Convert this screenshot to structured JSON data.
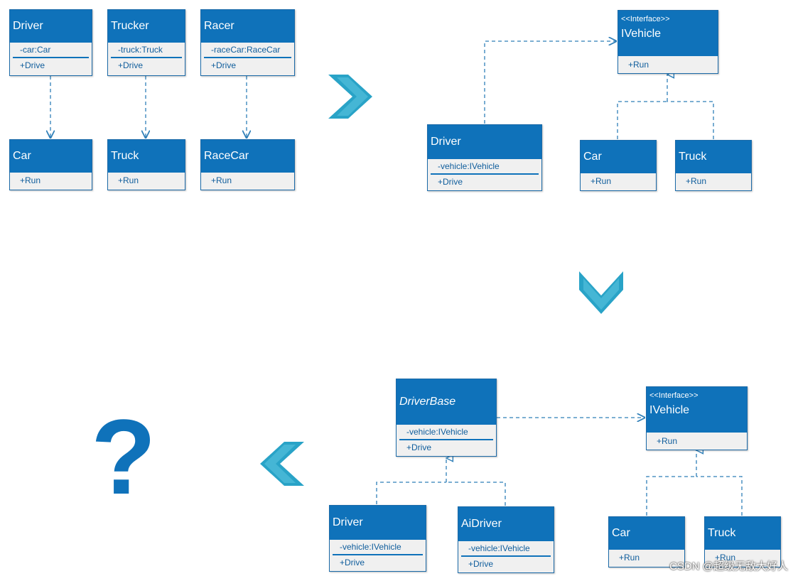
{
  "diagram1": {
    "driver": {
      "name": "Driver",
      "attr": "-car:Car",
      "op": "+Drive"
    },
    "trucker": {
      "name": "Trucker",
      "attr": "-truck:Truck",
      "op": "+Drive"
    },
    "racer": {
      "name": "Racer",
      "attr": "-raceCar:RaceCar",
      "op": "+Drive"
    },
    "car": {
      "name": "Car",
      "op": "+Run"
    },
    "truck": {
      "name": "Truck",
      "op": "+Run"
    },
    "racecar": {
      "name": "RaceCar",
      "op": "+Run"
    }
  },
  "diagram2": {
    "ivehicle": {
      "stereotype": "<<Interface>>",
      "name": "IVehicle",
      "op": "+Run"
    },
    "driver": {
      "name": "Driver",
      "attr": "-vehicle:IVehicle",
      "op": "+Drive"
    },
    "car": {
      "name": "Car",
      "op": "+Run"
    },
    "truck": {
      "name": "Truck",
      "op": "+Run"
    }
  },
  "diagram3": {
    "driverbase": {
      "name": "DriverBase",
      "attr": "-vehicle:IVehicle",
      "op": "+Drive"
    },
    "ivehicle": {
      "stereotype": "<<Interface>>",
      "name": "IVehicle",
      "op": "+Run"
    },
    "driver": {
      "name": "Driver",
      "attr": "-vehicle:IVehicle",
      "op": "+Drive"
    },
    "aidriver": {
      "name": "AiDriver",
      "attr": "-vehicle:IVehicle",
      "op": "+Drive"
    },
    "car": {
      "name": "Car",
      "op": "+Run"
    },
    "truck": {
      "name": "Truck",
      "op": "+Run"
    }
  },
  "question_mark": "?",
  "watermark": "CSDN @超级无敌大好人",
  "colors": {
    "box_header": "#0f72ba",
    "box_body": "#f0f0f0",
    "line": "#2f7fb8",
    "chevron": "#29a3c7"
  }
}
